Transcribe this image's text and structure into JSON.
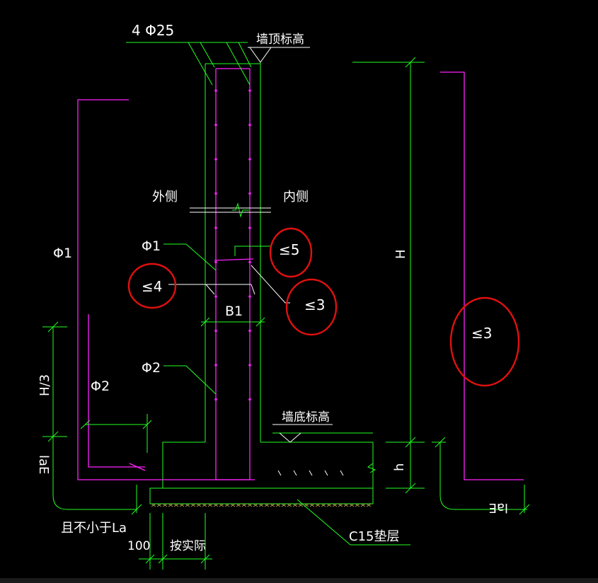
{
  "drawing": {
    "labels": {
      "top_rebar": "4 Φ25",
      "wall_top_elev": "墙顶标高",
      "outer_side": "外侧",
      "inner_side": "内侧",
      "phi1_left": "Φ1",
      "phi1_mid": "Φ1",
      "phi2_mid": "Φ2",
      "phi2_left": "Φ2",
      "le5": "≤5",
      "le4": "≤4",
      "le3_mid": "≤3",
      "le3_right": "≤3",
      "b1": "B1",
      "h_upper": "H",
      "h_third": "H/3",
      "h_lower": "h",
      "wall_bottom_elev": "墙底标高",
      "lae_left": "laE",
      "lae_right": "laE",
      "not_less_la": "且不小于La",
      "c15_cushion": "C15垫层",
      "dim_100": "100",
      "as_built": "按实际"
    },
    "colors": {
      "background": "#000000",
      "dimension_green": "#22ff22",
      "rebar_magenta": "#ff22ff",
      "highlight_red": "#e01010",
      "text_white": "#ffffff"
    }
  }
}
